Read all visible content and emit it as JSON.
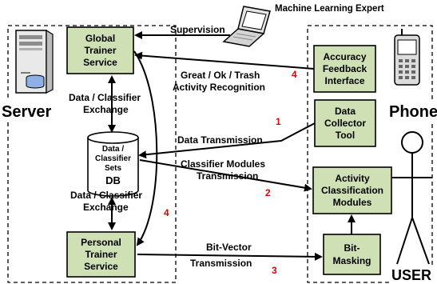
{
  "regions": {
    "server": "Server",
    "phone": "Phone",
    "user": "USER"
  },
  "expert": "Machine Learning Expert",
  "boxes": {
    "global_trainer": [
      "Global",
      "Trainer",
      "Service"
    ],
    "personal_trainer": [
      "Personal",
      "Trainer",
      "Service"
    ],
    "accuracy_feedback": [
      "Accuracy",
      "Feedback",
      "Interface"
    ],
    "data_collector": [
      "Data",
      "Collector",
      "Tool"
    ],
    "activity_classification": [
      "Activity",
      "Classification",
      "Modules"
    ],
    "bit_masking": [
      "Bit-",
      "Masking"
    ]
  },
  "db": {
    "lines": [
      "Data /",
      "Classifier",
      "Sets"
    ],
    "name": "DB"
  },
  "labels": {
    "supervision": "Supervision",
    "feedback": [
      "Great / Ok / Trash",
      "Activity Recognition"
    ],
    "exchange_top": [
      "Data / Classifier",
      "Exchange"
    ],
    "exchange_bottom": [
      "Data / Classifier",
      "Exchange"
    ],
    "data_transmission": "Data Transmission",
    "classifier_transmission": [
      "Classifier Modules",
      "Transmission"
    ],
    "bitvector_transmission": [
      "Bit-Vector",
      "Transmission"
    ]
  },
  "step_numbers": {
    "data_transmission": "1",
    "classifier_transmission": "2",
    "bitvector_transmission": "3",
    "feedback": "4",
    "personal_update": "4"
  },
  "colors": {
    "box_fill": "#cfe0b4",
    "step_number": "#e60000",
    "server_body": "#e9e9e9",
    "db_cylinder": "#8fb0e6"
  }
}
